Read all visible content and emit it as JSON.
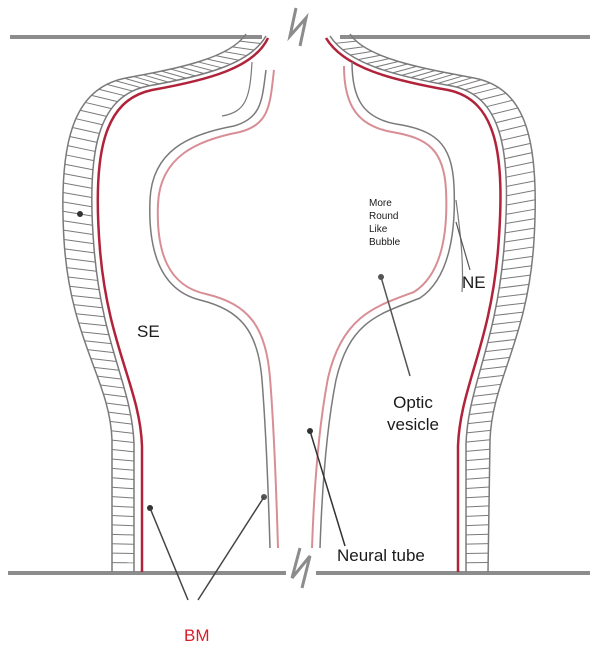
{
  "labels": {
    "se": "SE",
    "ne": "NE",
    "bm": "BM",
    "optic_vesicle_line1": "Optic",
    "optic_vesicle_line2": "vesicle",
    "neural_tube": "Neural tube",
    "note_line1": "More",
    "note_line2": "Round",
    "note_line3": "Like",
    "note_line4": "Bubble"
  },
  "colors": {
    "basement_membrane": "#b0233a",
    "epithelium_outline": "#7a7a7a",
    "lumen_membrane": "#d88e95",
    "bm_label": "#d51f2b",
    "text": "#1a1a1a",
    "boundary_line": "#8c8c8c"
  }
}
